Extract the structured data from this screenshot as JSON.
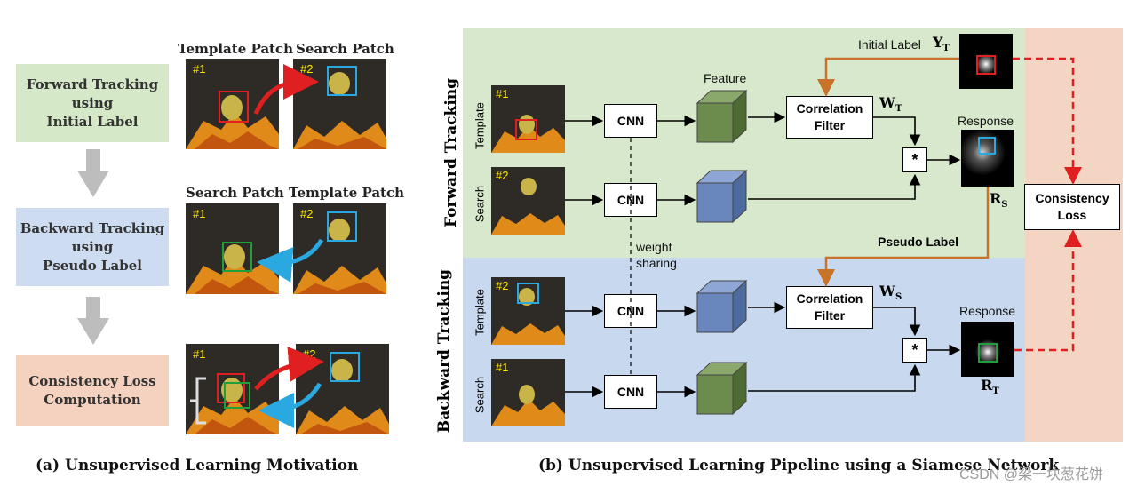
{
  "left": {
    "steps": [
      {
        "line1": "Forward Tracking",
        "line2": "using",
        "line3": "Initial Label",
        "color": "#d5e8c8"
      },
      {
        "line1": "Backward Tracking",
        "line2": "using",
        "line3": "Pseudo Label",
        "color": "#cddcf0"
      },
      {
        "line1": "Consistency Loss",
        "line2": "Computation",
        "color": "#f4d2bf"
      }
    ],
    "row1": {
      "label_a": "Template Patch",
      "label_b": "Search Patch",
      "tag_a": "#1",
      "tag_b": "#2"
    },
    "row2": {
      "label_a": "Search Patch",
      "label_b": "Template Patch",
      "tag_a": "#1",
      "tag_b": "#2"
    },
    "row3": {
      "tag_a": "#1",
      "tag_b": "#2"
    },
    "caption": "(a)  Unsupervised Learning Motivation"
  },
  "right": {
    "forward_label": "Forward  Tracking",
    "backward_label": "Backward  Tracking",
    "template": "Template",
    "search": "Search",
    "tags": {
      "f_template": "#1",
      "f_search": "#2",
      "b_template": "#2",
      "b_search": "#1"
    },
    "cnn": "CNN",
    "feature": "Feature",
    "correlation_filter_1": "Correlation",
    "correlation_filter_2": "Filter",
    "initial_label": "Initial Label",
    "y_t": "Y",
    "y_t_sub": "T",
    "w_t": "W",
    "w_t_sub": "T",
    "w_s": "W",
    "w_s_sub": "S",
    "response": "Response",
    "r_s": "R",
    "r_s_sub": "S",
    "r_t": "R",
    "r_t_sub": "T",
    "pseudo_label": "Pseudo Label",
    "weight_sharing_1": "weight",
    "weight_sharing_2": "sharing",
    "star": "*",
    "consistency_loss_1": "Consistency",
    "consistency_loss_2": "Loss",
    "caption": "(b)  Unsupervised Learning Pipeline using a Siamese Network",
    "watermark": "CSDN @梁一块葱花饼"
  },
  "colors": {
    "forward_bg": "#d8e8cc",
    "backward_bg": "#c8d9ef",
    "loss_bg": "#f4d4c2",
    "red": "#e02020",
    "blue": "#2aa8e0",
    "green": "#1fa03a",
    "orange": "#c8732a",
    "feature_green": "#6b8c4d",
    "feature_blue": "#6a87bd"
  }
}
